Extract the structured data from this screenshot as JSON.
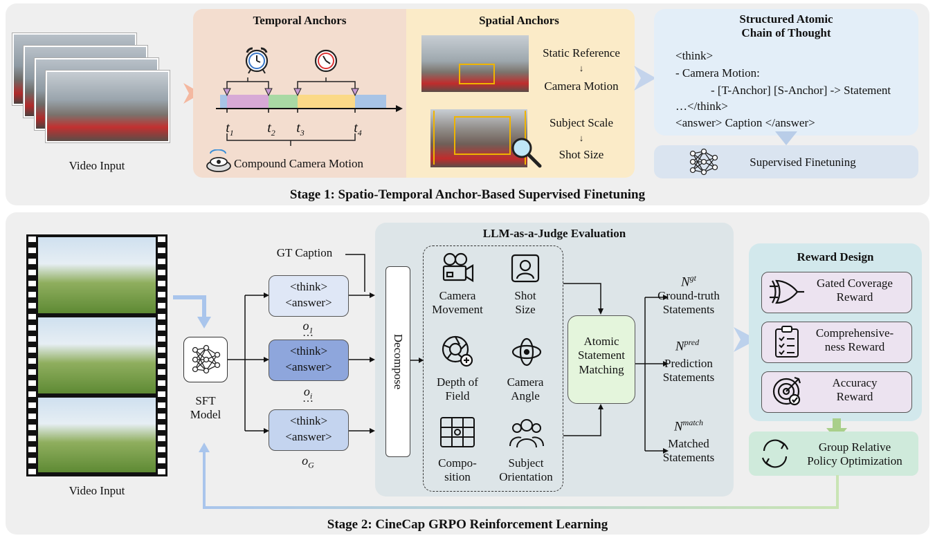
{
  "stage1": {
    "title": "Stage 1: Spatio-Temporal Anchor-Based Supervised Finetuning",
    "video_input_label": "Video Input",
    "temporal": {
      "title": "Temporal Anchors",
      "ticks": [
        "t",
        "t",
        "t",
        "t"
      ],
      "tick_subs": [
        "1",
        "2",
        "3",
        "4"
      ],
      "compound_label": "Compound Camera Motion"
    },
    "spatial": {
      "title": "Spatial Anchors",
      "static_reference": "Static Reference",
      "camera_motion": "Camera Motion",
      "subject_scale": "Subject Scale",
      "shot_size": "Shot Size"
    },
    "cot": {
      "title_line1": "Structured Atomic",
      "title_line2": "Chain of Thought",
      "lines": [
        "<think>",
        "- Camera Motion:",
        "- [T-Anchor] [S-Anchor] -> Statement",
        "…</think>",
        "<answer> Caption </answer>"
      ]
    },
    "sft_label": "Supervised Finetuning"
  },
  "stage2": {
    "title": "Stage 2: CineCap GRPO Reinforcement Learning",
    "video_input_label": "Video Input",
    "sft_model_line1": "SFT",
    "sft_model_line2": "Model",
    "gt_caption": "GT Caption",
    "outputs": [
      {
        "think": "<think>",
        "answer": "<answer>",
        "sym": "o",
        "sub": "1"
      },
      {
        "think": "<think>",
        "answer": "<answer>",
        "sym": "o",
        "sub": "i"
      },
      {
        "think": "<think>",
        "answer": "<answer>",
        "sym": "o",
        "sub": "G"
      }
    ],
    "ellipsis": "…",
    "judge": {
      "title": "LLM-as-a-Judge Evaluation",
      "decompose": "Decompose",
      "dims": [
        {
          "l1": "Camera",
          "l2": "Movement",
          "icon": "movie-camera-icon"
        },
        {
          "l1": "Shot",
          "l2": "Size",
          "icon": "portrait-frame-icon"
        },
        {
          "l1": "Depth of",
          "l2": "Field",
          "icon": "aperture-icon"
        },
        {
          "l1": "Camera",
          "l2": "Angle",
          "icon": "orbit-camera-icon"
        },
        {
          "l1": "Compo-",
          "l2": "sition",
          "icon": "composition-map-icon"
        },
        {
          "l1": "Subject",
          "l2": "Orientation",
          "icon": "people-icon"
        }
      ],
      "matching_l1": "Atomic",
      "matching_l2": "Statement",
      "matching_l3": "Matching"
    },
    "statements": [
      {
        "sym": "N",
        "sup": "gt",
        "l1": "Ground-truth",
        "l2": "Statements"
      },
      {
        "sym": "N",
        "sup": "pred",
        "l1": "Prediction",
        "l2": "Statements"
      },
      {
        "sym": "N",
        "sup": "match",
        "l1": "Matched",
        "l2": "Statements"
      }
    ],
    "reward": {
      "title": "Reward Design",
      "items": [
        {
          "l1": "Gated Coverage",
          "l2": "Reward",
          "icon": "logic-gate-icon"
        },
        {
          "l1": "Comprehensive-",
          "l2": "ness Reward",
          "icon": "checklist-icon"
        },
        {
          "l1": "Accuracy",
          "l2": "Reward",
          "icon": "target-icon"
        }
      ]
    },
    "grpo_l1": "Group Relative",
    "grpo_l2": "Policy Optimization"
  },
  "colors": {
    "stage_bg": "#efefef",
    "temporal_bg": "#f3ddcf",
    "spatial_bg": "#fbebc8",
    "cot_bg": "#e3eef8",
    "sft_bg": "#dae4f0",
    "judge_bg": "#dde5e8",
    "matching_bg": "#e4f5dc",
    "reward_bg": "#d2e8ec",
    "reward_item_bg": "#ece3f0",
    "grpo_bg": "#cfeadb",
    "output_light": "#dfe7f6",
    "output_dark": "#8ea6dc"
  }
}
